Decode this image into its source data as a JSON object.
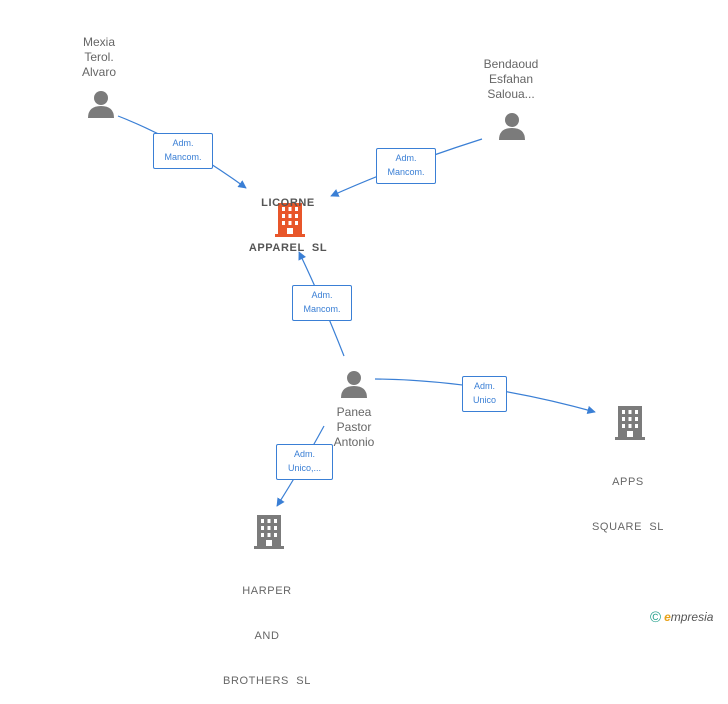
{
  "colors": {
    "edge": "#3a7fd5",
    "person": "#7b7b7b",
    "company": "#7b7b7b",
    "main_company": "#e8562a"
  },
  "nodes": {
    "mexia": {
      "lines": [
        "Mexia",
        "Terol.",
        "Alvaro"
      ],
      "icon": "person-icon"
    },
    "bendaoud": {
      "lines": [
        "Bendaoud",
        "Esfahan",
        "Saloua..."
      ],
      "icon": "person-icon"
    },
    "licorne": {
      "lines": [
        "LICORNE",
        "APPAREL  SL"
      ],
      "icon": "building-icon"
    },
    "panea": {
      "lines": [
        "Panea",
        "Pastor",
        "Antonio"
      ],
      "icon": "person-icon"
    },
    "apps": {
      "lines": [
        "APPS",
        "SQUARE  SL"
      ],
      "icon": "building-icon"
    },
    "harper": {
      "lines": [
        "HARPER",
        "AND",
        "BROTHERS  SL"
      ],
      "icon": "building-icon"
    }
  },
  "edges": {
    "mexia_licorne": {
      "lines": [
        "Adm.",
        "Mancom."
      ]
    },
    "bendaoud_licorne": {
      "lines": [
        "Adm.",
        "Mancom."
      ]
    },
    "panea_licorne": {
      "lines": [
        "Adm.",
        "Mancom."
      ]
    },
    "panea_apps": {
      "lines": [
        "Adm.",
        "Unico"
      ]
    },
    "panea_harper": {
      "lines": [
        "Adm.",
        "Unico,..."
      ]
    }
  },
  "footer": {
    "copyright": "©",
    "brand_first": "e",
    "brand_rest": "mpresia"
  }
}
